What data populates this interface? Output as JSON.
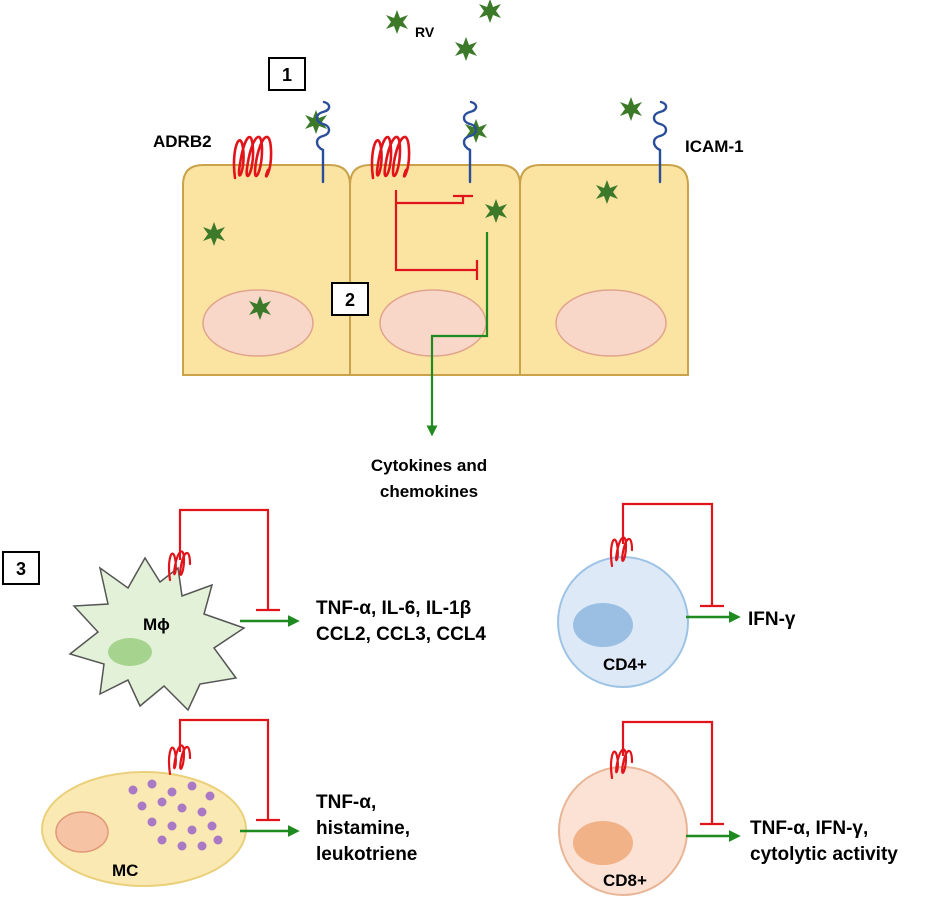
{
  "colors": {
    "cell_fill": "#fbe3a2",
    "cell_stroke": "#c9a24a",
    "nucleus_fill": "#f8d7c8",
    "nucleus_stroke": "#e0a48c",
    "virus": "#3c7a2a",
    "inhibit": "#e2141b",
    "activate": "#1f8a1f",
    "icam": "#2a4e9a",
    "macrophage_fill": "#e3f1d9",
    "macrophage_nucleus": "#a6d48e",
    "mastcell_fill": "#fbe9b4",
    "mastcell_stroke": "#ead07a",
    "granule": "#a979c6",
    "cd4_fill": "#dde9f6",
    "cd4_stroke": "#9ec3e6",
    "cd4_nucleus": "#9bbfe3",
    "cd8_fill": "#fbe2d4",
    "cd8_stroke": "#e8b596",
    "cd8_nucleus": "#f2b287"
  },
  "labels": {
    "virus": "RV",
    "adrb2": "ADRB2",
    "icam": "ICAM-1",
    "step1": "1",
    "step2": "2",
    "step3": "3",
    "cytokines_line1": "Cytokines and",
    "cytokines_line2": "chemokines",
    "macrophage": "Mϕ",
    "macrophage_out_line1": "TNF-α, IL-6, IL-1β",
    "macrophage_out_line2": "CCL2, CCL3, CCL4",
    "mastcell": "MC",
    "mastcell_out_line1": "TNF-α,",
    "mastcell_out_line2": "histamine,",
    "mastcell_out_line3": "leukotriene",
    "cd4": "CD4+",
    "cd4_out": "IFN-γ",
    "cd8": "CD8+",
    "cd8_out_line1": "TNF-α, IFN-γ,",
    "cd8_out_line2": "cytolytic activity"
  },
  "icons": {
    "virus": "green-star-virus-icon",
    "receptor": "red-coiled-receptor-icon",
    "icam": "blue-coiled-icam-icon"
  }
}
